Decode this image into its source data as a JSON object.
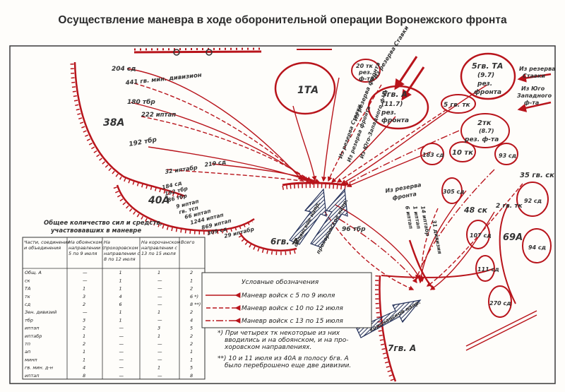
{
  "title": "Осуществление маневра в ходе оборонительной операции Воронежского фронта",
  "colors": {
    "red": "#b8141b",
    "ink": "#2d2d2d",
    "arrow_blue": "#24315a"
  },
  "armies": {
    "a38": "38А",
    "a40": "40А",
    "ta1": "1ТА",
    "a6": "6гв. А",
    "a7": "7гв. А",
    "a69": "69А",
    "ga5": "5гв. А",
    "ga5_date": "(11.7)",
    "ga5_sub1": "рез.",
    "ga5_sub2": "фронта",
    "gta5": "5гв. ТА",
    "gta5_date": "(9.7)",
    "gta5_sub1": "рез.",
    "gta5_sub2": "фронта",
    "gtk2": "2тк",
    "gtk2_date": "(8.7)",
    "gtk2_sub": "рез. ф-та",
    "gtk20_1": "20 тк",
    "gtk20_2": "рез.",
    "gtk20_3": "ф-та"
  },
  "units": {
    "sd204": "204 сд",
    "gmd441": "441 гв. мин. дивизион",
    "tbr180": "180 тбр",
    "iptap222": "222 иптап",
    "tbr192": "192 тбр",
    "iptabr32": "32 иптабр",
    "sd219": "219 сд",
    "sd184": "184 сд",
    "tbr192b": "192 тбр",
    "tbr86": "86 тбр",
    "iptap9": "9 иптап",
    "gtsp": "гв. тсп",
    "iptap66": "66 иптап",
    "iptap1244": "1244 иптап",
    "iptap869": "869 иптап",
    "sd309": "309 сд",
    "iptabr29": "29 иптабр",
    "tbr96": "96 тбр",
    "gtk5": "5 гв. тк",
    "tk10": "10 тк",
    "sd183": "183 сд",
    "gtk2b": "2 гв. тк",
    "sd93": "93 сд",
    "gsk35": "35 гв. ск",
    "sd305": "305 сд",
    "sk48": "48 ск",
    "sd92": "92 сд",
    "sd107": "107 сд",
    "sd111": "111 сд",
    "sd94": "94 сд",
    "sd270": "270 сд",
    "div31": "31 дивизия",
    "iptabr14": "14 иптабр",
    "iptap1": "1 иптап",
    "iptap6": "6 иптап"
  },
  "notes": {
    "stavka1": "Из резерва Ставки",
    "stavka2": "Из резерва Ставки",
    "front1": "Из резерва фронта",
    "front2": "Из резерва фронта",
    "zap": "Из Юго-Западного ф-та",
    "stavka3_1": "Из резерва",
    "stavka3_2": "Ставки",
    "zap2_1": "Из Юго",
    "zap2_2": "Западного",
    "zap2_3": "ф-та",
    "front3_1": "Из резерва",
    "front3_2": "фронта",
    "oboyan": "обоянское напр.",
    "prokh": "прохоровское напр.",
    "korocha": "корочанское напр."
  },
  "table": {
    "caption1": "Общее количество сил и средств,",
    "caption2": "участвовавших в маневре",
    "headers": [
      "Части, соединения и объединения",
      "На обоянском направлении с 5 по 9 июля",
      "На прохоровском направлении с 8 по 12 июля",
      "На корочанском направлении с 13 по 15 июля",
      "Всего"
    ],
    "rows": [
      [
        "Общ. А",
        "—",
        "1",
        "1",
        "2"
      ],
      [
        "ск",
        "—",
        "1",
        "—",
        "1"
      ],
      [
        "ТА",
        "1",
        "1",
        "—",
        "2"
      ],
      [
        "тк",
        "3",
        "4",
        "—",
        "6 *)"
      ],
      [
        "сд",
        "2",
        "6",
        "—",
        "8 **)"
      ],
      [
        "Зен. дивизий",
        "—",
        "1",
        "1",
        "2"
      ],
      [
        "тбр",
        "3",
        "1",
        "—",
        "4"
      ],
      [
        "иптап",
        "2",
        "—",
        "3",
        "5"
      ],
      [
        "иптабр",
        "1",
        "—",
        "1",
        "2"
      ],
      [
        "тп",
        "2",
        "—",
        "—",
        "2"
      ],
      [
        "ап",
        "1",
        "—",
        "—",
        "1"
      ],
      [
        "минп",
        "1",
        "—",
        "—",
        "1"
      ],
      [
        "гв. мин. д-н",
        "4",
        "—",
        "1",
        "5"
      ],
      [
        "иптап",
        "8",
        "—",
        "—",
        "8"
      ]
    ]
  },
  "legend": {
    "title": "Условные обозначения",
    "items": [
      "Маневр войск с 5 по 9 июля",
      "Маневр войск с 10 по 12 июля",
      "Маневр войск с 13 по 15 июля"
    ]
  },
  "footnotes": {
    "f1": "*) При четырех тк некоторые из них",
    "f2": "вводились и на обоянском, и на про-",
    "f3": "хоровском направлениях.",
    "f4": "**) 10 и 11 июля из 40А в полосу 6гв. А",
    "f5": "было переброшено еще две дивизии."
  }
}
